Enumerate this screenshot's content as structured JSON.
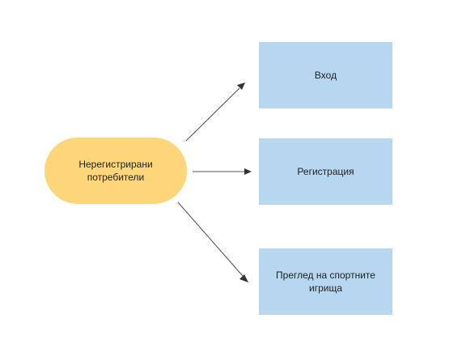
{
  "actor": {
    "label": "Нерегистрирани потребители"
  },
  "use_cases": [
    {
      "label": "Вход"
    },
    {
      "label": "Регистрация"
    },
    {
      "label": "Преглед на спортните игрища"
    }
  ],
  "colors": {
    "actor_fill": "#fdd67a",
    "use_case_fill": "#b6d7ef",
    "connector": "#555555"
  }
}
